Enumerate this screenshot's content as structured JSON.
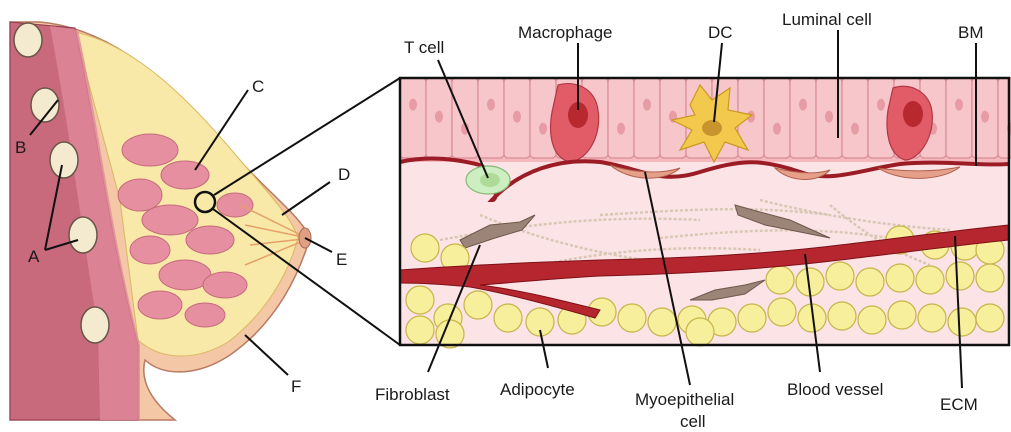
{
  "overview_labels": {
    "a": "A",
    "b": "B",
    "c": "C",
    "d": "D",
    "e": "E",
    "f": "F"
  },
  "detail_labels": {
    "t_cell": "T cell",
    "macrophage": "Macrophage",
    "dc": "DC",
    "luminal_cell": "Luminal cell",
    "bm": "BM",
    "fibroblast": "Fibroblast",
    "adipocyte": "Adipocyte",
    "myoepithelial_line1": "Myoepithelial",
    "myoepithelial_line2": "cell",
    "blood_vessel": "Blood vessel",
    "ecm": "ECM"
  },
  "colors": {
    "skin": "#f4c7a6",
    "chest_wall": "#c96a7c",
    "fat_yellow": "#f8e9a8",
    "lobule_pink": "#e58fa0",
    "luminal_pink": "#f4b8bd",
    "stroma_pink": "#fbe3e6",
    "basement_membrane": "#9b1c24",
    "blood_vessel": "#b5262e",
    "adipocyte": "#f7ef9c",
    "fibroblast": "#9c8478",
    "macrophage": "#e25c68",
    "dendritic_cell": "#f2c94c",
    "t_cell": "#cdeec0"
  }
}
